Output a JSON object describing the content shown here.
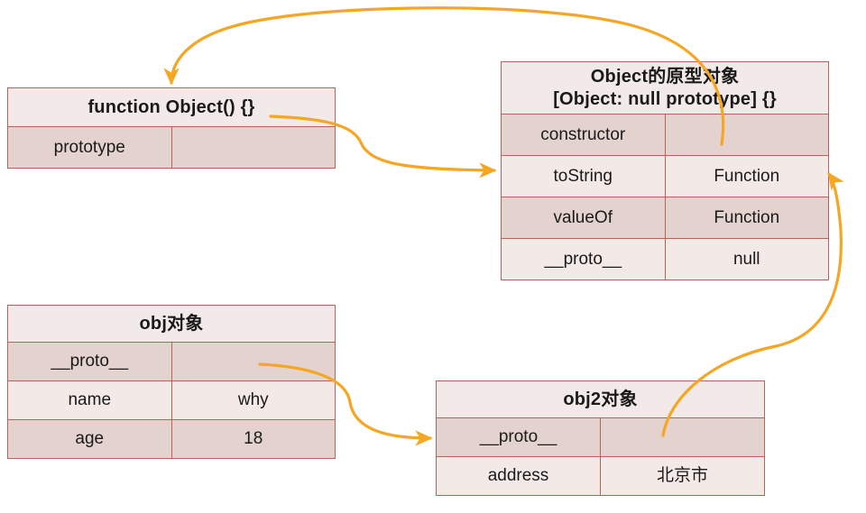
{
  "diagram": {
    "title_context": "JavaScript prototype chain diagram",
    "accent_arrow_color": "#f5a623",
    "table_border_color": "#b5645a",
    "header_bg": "#f2eae8",
    "row_dark_bg": "#e3d2ce",
    "row_light_bg": "#f3eae8"
  },
  "tables": {
    "function_object": {
      "header": "function Object() {}",
      "rows": [
        {
          "key": "prototype",
          "value": ""
        }
      ]
    },
    "object_prototype": {
      "header_line1": "Object的原型对象",
      "header_line2": "[Object: null prototype] {}",
      "rows": [
        {
          "key": "constructor",
          "value": ""
        },
        {
          "key": "toString",
          "value": "Function"
        },
        {
          "key": "valueOf",
          "value": "Function"
        },
        {
          "key": "__proto__",
          "value": "null"
        }
      ]
    },
    "obj": {
      "header": "obj对象",
      "rows": [
        {
          "key": "__proto__",
          "value": ""
        },
        {
          "key": "name",
          "value": "why"
        },
        {
          "key": "age",
          "value": "18"
        }
      ]
    },
    "obj2": {
      "header": "obj2对象",
      "rows": [
        {
          "key": "__proto__",
          "value": ""
        },
        {
          "key": "address",
          "value": "北京市"
        }
      ]
    }
  },
  "arrows": [
    {
      "name": "constructor-to-function-object",
      "from": "object_prototype.constructor.value",
      "to": "function_object.header"
    },
    {
      "name": "prototype-to-object-prototype",
      "from": "function_object.prototype.value",
      "to": "object_prototype.table"
    },
    {
      "name": "obj-proto-to-obj2",
      "from": "obj.__proto__.value",
      "to": "obj2.__proto__"
    },
    {
      "name": "obj2-proto-to-object-prototype",
      "from": "obj2.__proto__.value",
      "to": "object_prototype.table"
    }
  ]
}
